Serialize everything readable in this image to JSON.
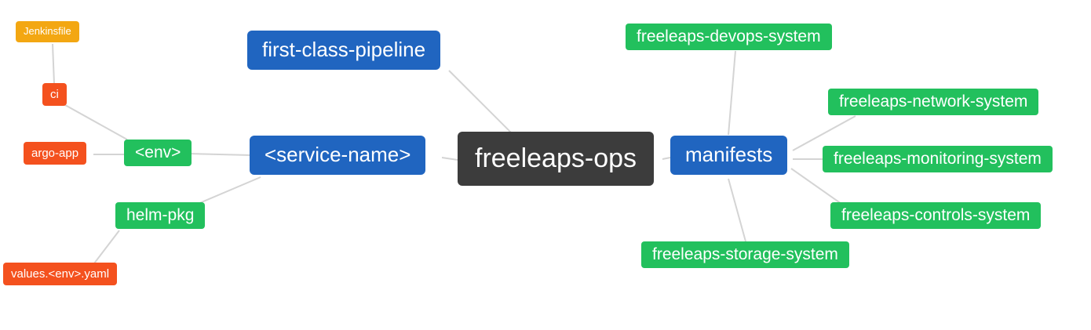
{
  "diagram": {
    "type": "mindmap",
    "root": "freeleaps-ops",
    "colors": {
      "canvas_bg": "#ffffff",
      "root_bg": "#3c3c3c",
      "branch_bg": "#2065c0",
      "green_bg": "#22c05d",
      "red_bg": "#f4511e",
      "amber_bg": "#f3a712",
      "node_text": "#ffffff",
      "edge": "#d4d4d4"
    },
    "nodes": {
      "root": {
        "label": "freeleaps-ops"
      },
      "first_class_pipeline": {
        "label": "first-class-pipeline"
      },
      "service_name": {
        "label": "<service-name>"
      },
      "manifests": {
        "label": "manifests"
      },
      "env": {
        "label": "<env>"
      },
      "helm_pkg": {
        "label": "helm-pkg"
      },
      "ci": {
        "label": "ci"
      },
      "argo_app": {
        "label": "argo-app"
      },
      "jenkinsfile": {
        "label": "Jenkinsfile"
      },
      "values_env_yaml": {
        "label": "values.<env>.yaml"
      },
      "devops_system": {
        "label": "freeleaps-devops-system"
      },
      "network_system": {
        "label": "freeleaps-network-system"
      },
      "monitoring_system": {
        "label": "freeleaps-monitoring-system"
      },
      "controls_system": {
        "label": "freeleaps-controls-system"
      },
      "storage_system": {
        "label": "freeleaps-storage-system"
      }
    },
    "edges": [
      [
        "freeleaps-ops",
        "first-class-pipeline"
      ],
      [
        "freeleaps-ops",
        "<service-name>"
      ],
      [
        "freeleaps-ops",
        "manifests"
      ],
      [
        "<service-name>",
        "<env>"
      ],
      [
        "<service-name>",
        "helm-pkg"
      ],
      [
        "<env>",
        "ci"
      ],
      [
        "<env>",
        "argo-app"
      ],
      [
        "ci",
        "Jenkinsfile"
      ],
      [
        "helm-pkg",
        "values.<env>.yaml"
      ],
      [
        "manifests",
        "freeleaps-devops-system"
      ],
      [
        "manifests",
        "freeleaps-network-system"
      ],
      [
        "manifests",
        "freeleaps-monitoring-system"
      ],
      [
        "manifests",
        "freeleaps-controls-system"
      ],
      [
        "manifests",
        "freeleaps-storage-system"
      ]
    ]
  }
}
